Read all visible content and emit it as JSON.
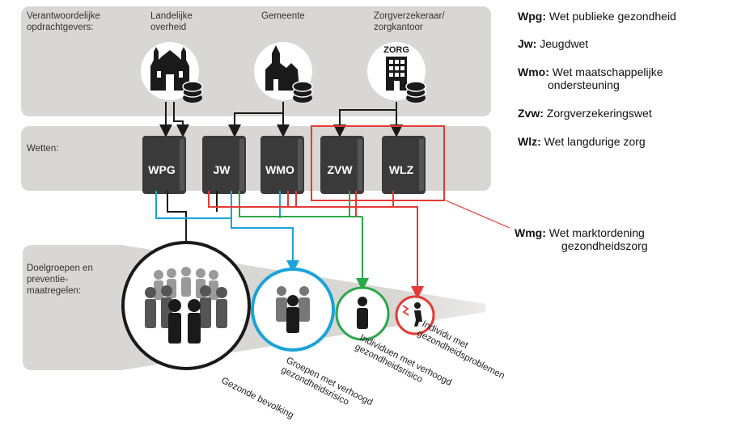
{
  "header": {
    "commissioners_label": "Verantwoordelijke\nopdrachtgevers:",
    "national_label": "Landelijke\noverheid",
    "municipality_label": "Gemeente",
    "insurer_label": "Zorgverzekeraar/\nzorgkantoor",
    "insurer_sign": "ZORG"
  },
  "laws_row": {
    "label": "Wetten:",
    "books": [
      "WPG",
      "JW",
      "WMO",
      "ZVW",
      "WLZ"
    ]
  },
  "target_row": {
    "label": "Doelgroepen en\npreventie-\nmaatregelen:",
    "groups": [
      "Gezonde bevolking",
      "Groepen met verhoogd\ngezondheidsrisico",
      "Individuen met verhoogd\ngezondheidsrisico",
      "Individu met\ngezondheidsproblemen"
    ]
  },
  "legend": {
    "items": [
      {
        "abbr": "Wpg:",
        "text": "Wet publieke gezondheid"
      },
      {
        "abbr": "Jw:",
        "text": "Jeugdwet"
      },
      {
        "abbr": "Wmo:",
        "text": "Wet maatschappelijke",
        "text2": "ondersteuning"
      },
      {
        "abbr": "Zvw:",
        "text": "Zorgverzekeringswet"
      },
      {
        "abbr": "Wlz:",
        "text": "Wet langdurige zorg"
      }
    ],
    "wmg": {
      "abbr": "Wmg:",
      "text": "Wet marktordening",
      "text2": "gezondheidszorg"
    }
  },
  "colors": {
    "band": "#d9d7d4",
    "book": "#3a3a3a",
    "blue": "#1aa3d9",
    "green": "#2aa84a",
    "red": "#e53935",
    "black": "#1a1a1a"
  }
}
